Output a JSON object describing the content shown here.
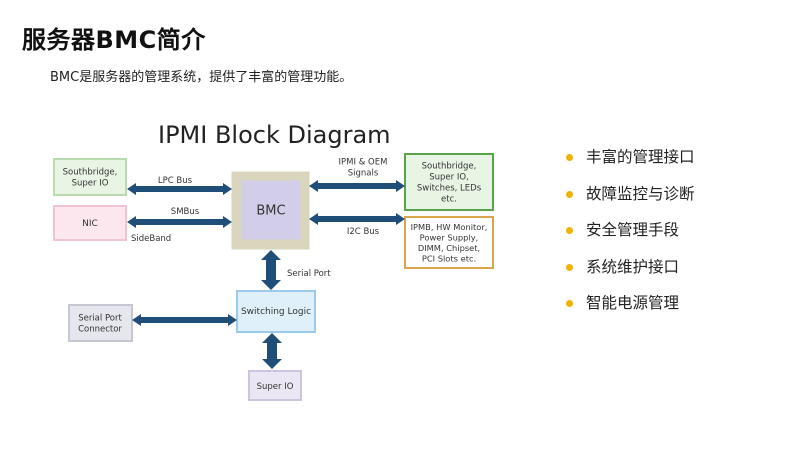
{
  "slide": {
    "title": "服务器BMC简介",
    "subtitle": "BMC是服务器的管理系统，提供了丰富的管理功能。"
  },
  "diagram": {
    "title": "IPMI Block Diagram",
    "nodes": {
      "southbridge_left": [
        "Southbridge,",
        "Super IO"
      ],
      "nic": [
        "NIC"
      ],
      "bmc": [
        "BMC"
      ],
      "southbridge_right": [
        "Southbridge,",
        "Super IO,",
        "Switches, LEDs",
        "etc."
      ],
      "ipmb": [
        "IPMB, HW Monitor,",
        "Power Supply,",
        "DIMM, Chipset,",
        "PCI Slots etc."
      ],
      "switching_logic": [
        "Switching Logic"
      ],
      "serial_port_connector": [
        "Serial Port",
        "Connector"
      ],
      "super_io": [
        "Super IO"
      ]
    },
    "labels": {
      "lpc_bus": "LPC Bus",
      "smbus": "SMBus",
      "sideband": "SideBand",
      "ipmi_oem": [
        "IPMI & OEM",
        "Signals"
      ],
      "i2c_bus": "I2C Bus",
      "serial_port": "Serial Port"
    },
    "colors": {
      "arrow": "#1f4e79",
      "green_fill": "#e8f4e4",
      "green_border": "#b9dbb0",
      "pink_fill": "#fde7ee",
      "pink_border": "#f4c3d2",
      "bmc_outer": "#d9d6bd",
      "bmc_inner": "#d2cde8",
      "blue_fill": "#e0f0fb",
      "blue_border": "#9ccbea",
      "grey_fill": "#e6e6ee",
      "grey_border": "#c7c7d3",
      "lavender_fill": "#ebe6f3",
      "lavender_border": "#cdc4de",
      "right_green_border": "#5aa34a",
      "right_orange_border": "#d9a44b"
    }
  },
  "bullets": {
    "items": [
      "丰富的管理接口",
      "故障监控与诊断",
      "安全管理手段",
      "系统维护接口",
      "智能电源管理"
    ],
    "dot_color": "#f0b400"
  }
}
